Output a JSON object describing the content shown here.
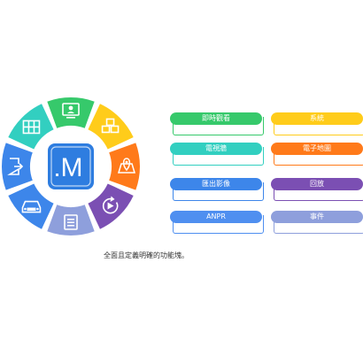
{
  "wheel": {
    "center_letter": "M",
    "sectors": [
      {
        "icon": "monitor-user-icon",
        "color": "#36c96b"
      },
      {
        "icon": "cubes-icon",
        "color": "#ffcc1a"
      },
      {
        "icon": "map-pin-icon",
        "color": "#ff7a1a"
      },
      {
        "icon": "playback-icon",
        "color": "#7b4fb3"
      },
      {
        "icon": "document-list-icon",
        "color": "#8e9fdc"
      },
      {
        "icon": "car-plate-icon",
        "color": "#3d86ea"
      },
      {
        "icon": "export-icon",
        "color": "#3d86ea"
      },
      {
        "icon": "grid-layout-icon",
        "color": "#32cfc0"
      }
    ]
  },
  "features": [
    {
      "label": "即時觀看",
      "color": "#36c96b"
    },
    {
      "label": "系統",
      "color": "#ffcc1a"
    },
    {
      "label": "電視牆",
      "color": "#32cfc0"
    },
    {
      "label": "電子地圖",
      "color": "#ff7a1a"
    },
    {
      "label": "匯出影像",
      "color": "#3d86ea"
    },
    {
      "label": "回放",
      "color": "#7b4fb3"
    },
    {
      "label": "ANPR",
      "color": "#4f8ff0"
    },
    {
      "label": "事件",
      "color": "#8e9fdc"
    }
  ],
  "caption": "全面且定義明確的功能塊。"
}
